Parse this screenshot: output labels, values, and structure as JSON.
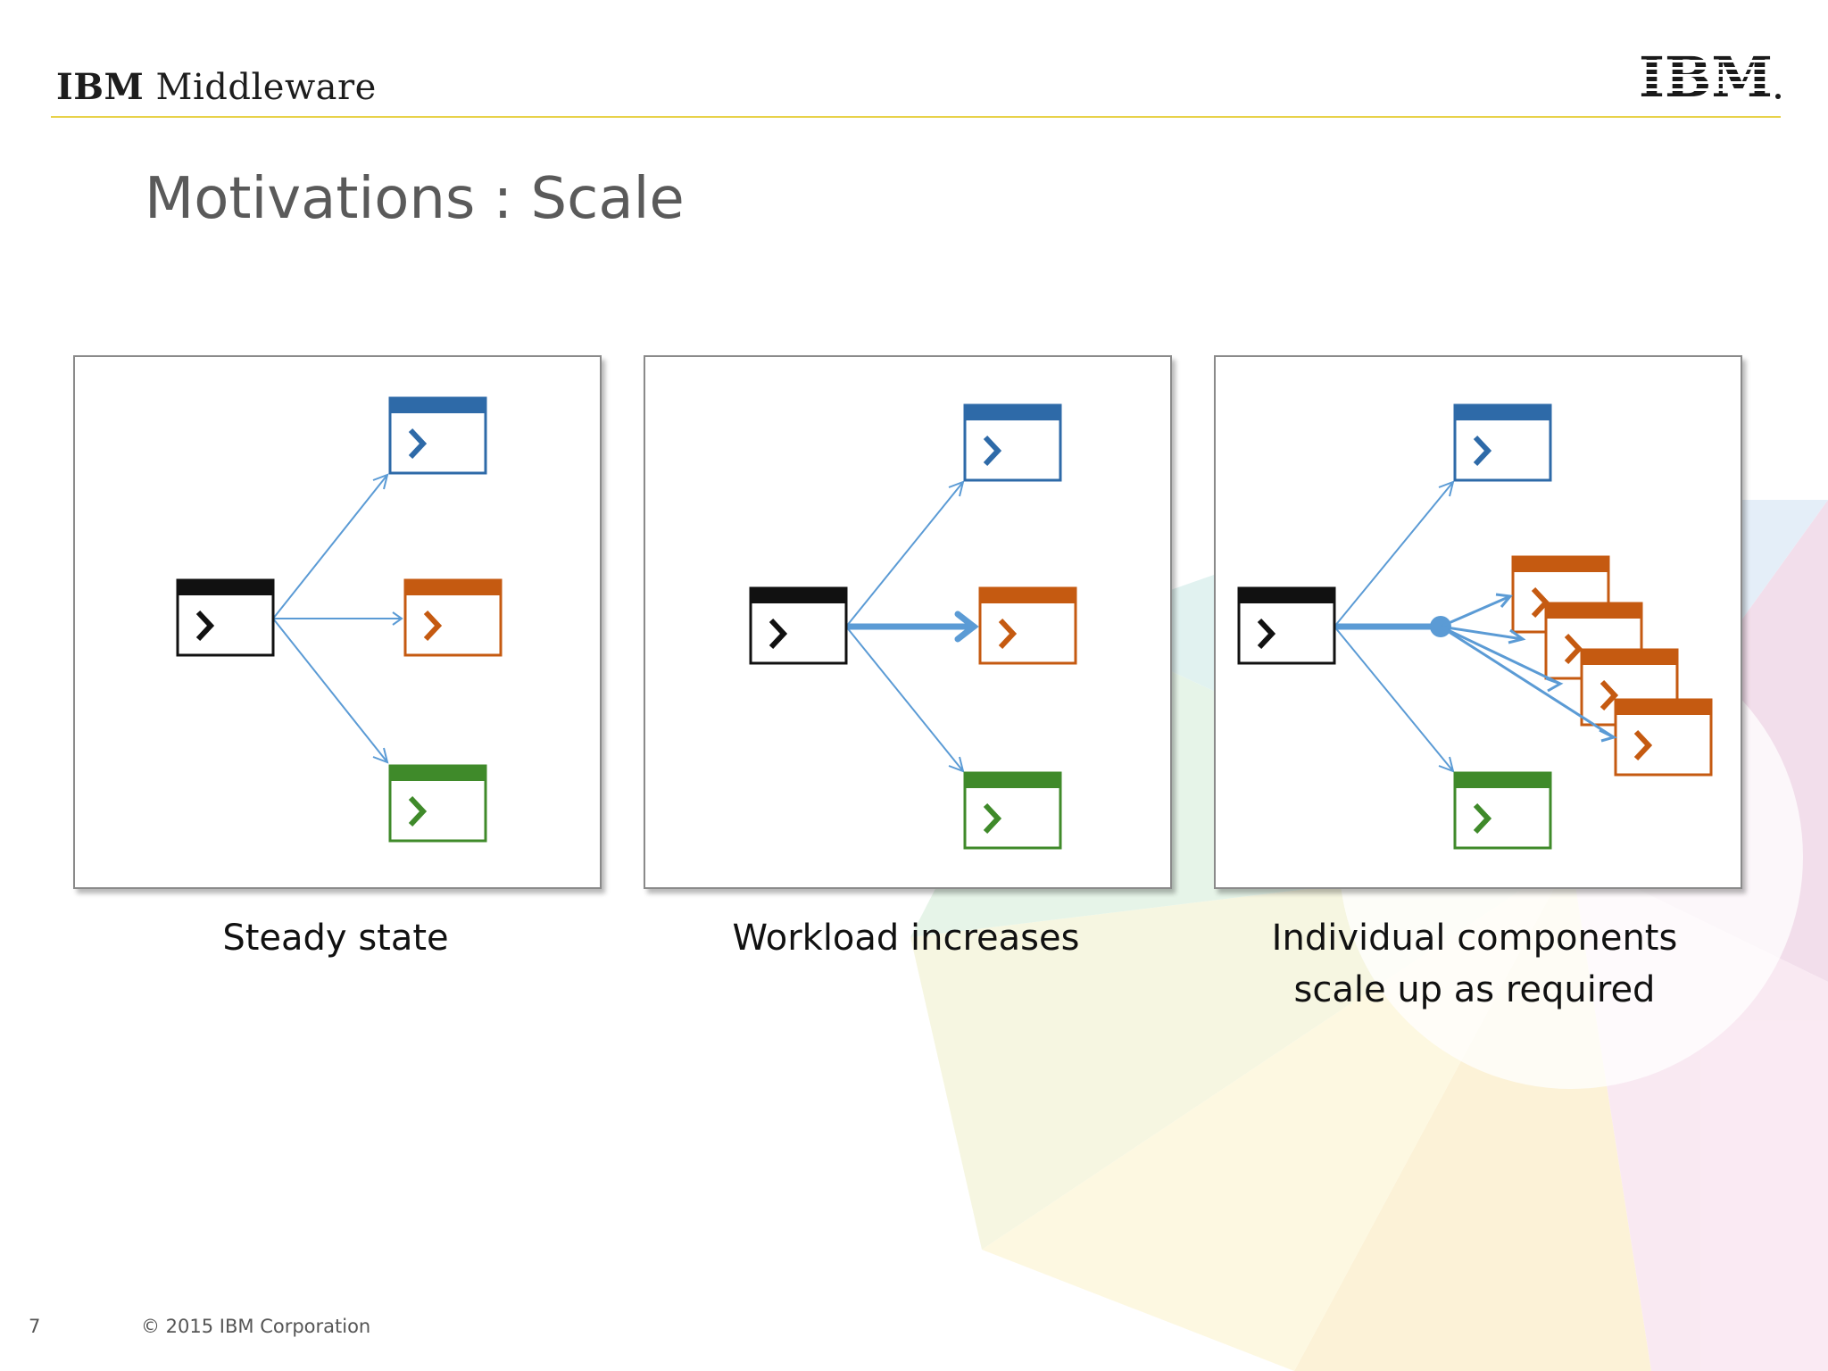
{
  "header": {
    "brand_bold": "IBM",
    "brand_rest": "Middleware",
    "logo_text": "IBM"
  },
  "slide": {
    "title": "Motivations : Scale"
  },
  "panels": [
    {
      "caption_lines": [
        "Steady state"
      ]
    },
    {
      "caption_lines": [
        "Workload increases"
      ]
    },
    {
      "caption_lines": [
        "Individual components",
        "scale up as required"
      ]
    }
  ],
  "colors": {
    "client": "#111111",
    "blue": "#2e6aa8",
    "orange": "#c55a11",
    "green": "#3f8a2a",
    "arrow": "#5b9bd5",
    "rule": "#e8d24a"
  },
  "icons": {
    "window": "terminal-window-icon",
    "prompt": "chevron-right-icon"
  },
  "footer": {
    "page_number": "7",
    "copyright": "© 2015 IBM Corporation"
  }
}
